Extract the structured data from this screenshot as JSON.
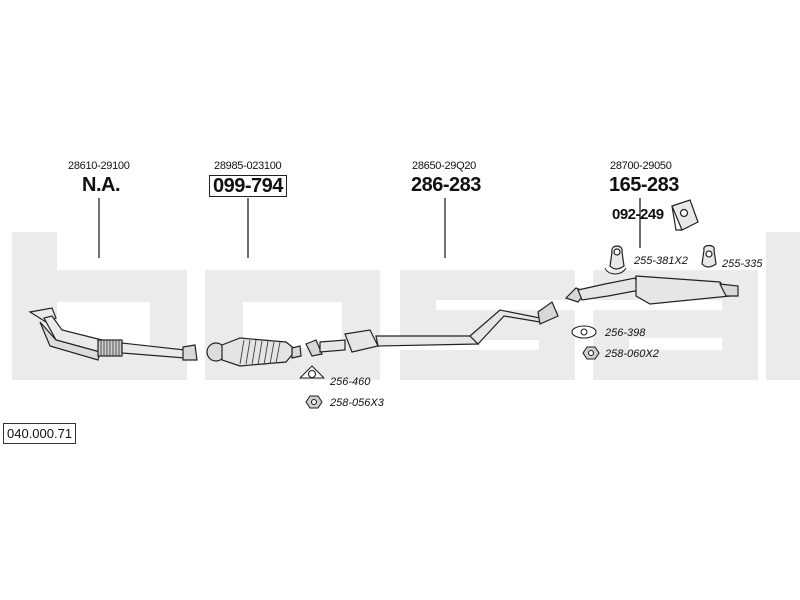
{
  "diagram_code": "040.000.71",
  "colors": {
    "watermark": "#ebebeb",
    "line": "#222222",
    "part_fill": "#e6e6e6"
  },
  "parts": [
    {
      "oem": "28610-29100",
      "number": "N.A."
    },
    {
      "oem": "28985-023100",
      "number": "099-794"
    },
    {
      "oem": "28650-29Q20",
      "number": "286-283"
    },
    {
      "oem": "28700-29050",
      "number": "165-283"
    }
  ],
  "mount_part": {
    "number": "092-249"
  },
  "accessories": {
    "a1": "256-460",
    "a2": "258-056X3",
    "a3": "255-381X2",
    "a4": "255-335",
    "a5": "256-398",
    "a6": "258-060X2"
  },
  "icons": [
    "gasket-icon",
    "nut-icon",
    "rubber-hanger-icon",
    "mounting-bracket-icon"
  ]
}
